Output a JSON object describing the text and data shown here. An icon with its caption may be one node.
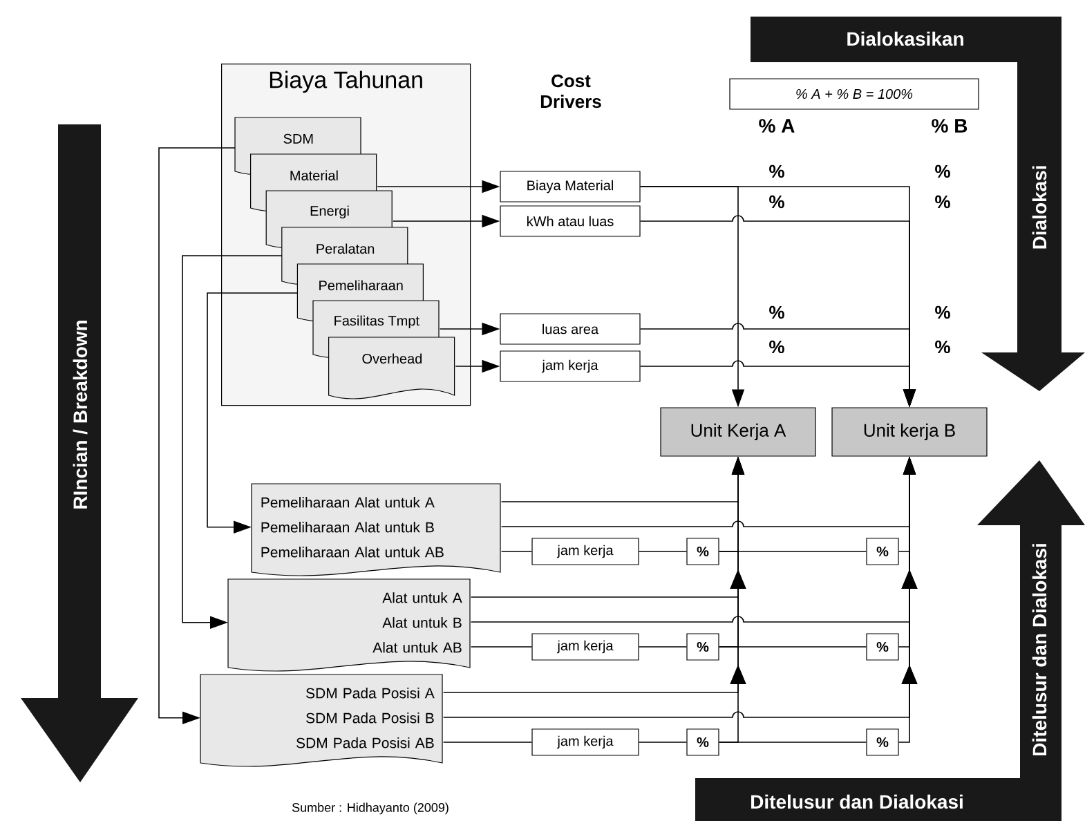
{
  "diagram": {
    "caption": "Sumber : Hidhayanto (2009)",
    "nodes": [
      {
        "text": [
          "Biaya Tahunan"
        ]
      },
      {
        "text": [
          "SDM"
        ],
        "in": 0
      },
      {
        "text": [
          "Material"
        ],
        "in": 0
      },
      {
        "text": [
          "Energi"
        ],
        "in": 0
      },
      {
        "text": [
          "Peralatan"
        ],
        "in": 0
      },
      {
        "text": [
          "Pemeliharaan"
        ],
        "in": 0
      },
      {
        "text": [
          "Fasilitas Tmpt"
        ],
        "in": 0
      },
      {
        "text": [
          "Overhead"
        ],
        "in": 0
      },
      {
        "text": [
          "Biaya Material"
        ]
      },
      {
        "text": [
          "kWh atau luas"
        ]
      },
      {
        "text": [
          "luas area"
        ]
      },
      {
        "text": [
          "jam kerja"
        ]
      },
      {
        "text": [
          "% A + % B = 100%"
        ]
      },
      {
        "text": [
          "Unit Kerja A"
        ]
      },
      {
        "text": [
          "Unit kerja B"
        ]
      },
      {
        "text": [
          "Pemeliharaan Alat untuk A",
          "Pemeliharaan Alat untuk B",
          "Pemeliharaan Alat untuk AB"
        ]
      },
      {
        "text": [
          "jam kerja"
        ]
      },
      {
        "text": [
          "%"
        ]
      },
      {
        "text": [
          "%"
        ]
      },
      {
        "text": [
          "Alat untuk A",
          "Alat untuk B",
          "Alat untuk AB"
        ]
      },
      {
        "text": [
          "jam kerja"
        ]
      },
      {
        "text": [
          "%"
        ]
      },
      {
        "text": [
          "%"
        ]
      },
      {
        "text": [
          "SDM Pada Posisi A",
          "SDM Pada Posisi B",
          "SDM Pada Posisi AB"
        ]
      },
      {
        "text": [
          "jam kerja"
        ]
      },
      {
        "text": [
          "%"
        ]
      },
      {
        "text": [
          "%"
        ]
      }
    ],
    "edges": [
      {
        "from": 1,
        "to": 23,
        "arrow": "to"
      },
      {
        "from": 4,
        "to": 19,
        "arrow": "to"
      },
      {
        "from": 5,
        "to": 15,
        "arrow": "to"
      },
      {
        "from": 2,
        "to": 8,
        "arrow": "to"
      },
      {
        "from": 3,
        "to": 9,
        "arrow": "to"
      },
      {
        "from": 6,
        "to": 10,
        "arrow": "to"
      },
      {
        "from": 7,
        "to": 11,
        "arrow": "to"
      },
      {
        "from": 8,
        "to": 13,
        "arrow": "to"
      },
      {
        "from": 8,
        "to": 14,
        "arrow": "to"
      },
      {
        "from": 9,
        "to": 14,
        "arrow": "to"
      },
      {
        "from": 10,
        "to": 14,
        "arrow": "to"
      },
      {
        "from": 11,
        "to": 14,
        "arrow": "to"
      },
      {
        "from": 15,
        "to": 13,
        "arrow": "to"
      },
      {
        "from": 15,
        "to": 14,
        "arrow": "to"
      },
      {
        "from": 15,
        "to": 16,
        "arrow": "none"
      },
      {
        "from": 16,
        "to": 17,
        "arrow": "none"
      },
      {
        "from": 17,
        "to": 13,
        "arrow": "to"
      },
      {
        "from": 17,
        "to": 18,
        "arrow": "none"
      },
      {
        "from": 18,
        "to": 14,
        "arrow": "to"
      },
      {
        "from": 19,
        "to": 13,
        "arrow": "to"
      },
      {
        "from": 19,
        "to": 14,
        "arrow": "to"
      },
      {
        "from": 19,
        "to": 20,
        "arrow": "none"
      },
      {
        "from": 20,
        "to": 21,
        "arrow": "none"
      },
      {
        "from": 21,
        "to": 13,
        "arrow": "to"
      },
      {
        "from": 21,
        "to": 22,
        "arrow": "none"
      },
      {
        "from": 22,
        "to": 14,
        "arrow": "to"
      },
      {
        "from": 23,
        "to": 13,
        "arrow": "to"
      },
      {
        "from": 23,
        "to": 14,
        "arrow": "to"
      },
      {
        "from": 23,
        "to": 24,
        "arrow": "none"
      },
      {
        "from": 24,
        "to": 25,
        "arrow": "none"
      },
      {
        "from": 25,
        "to": 13,
        "arrow": "to"
      },
      {
        "from": 25,
        "to": 26,
        "arrow": "none"
      },
      {
        "from": 26,
        "to": 14,
        "arrow": "to"
      }
    ],
    "labels": [
      "Dialokasikan",
      "Cost Drivers",
      "% A",
      "% B",
      "%",
      "%",
      "%",
      "%",
      "%",
      "%",
      "%",
      "%",
      "Dialokasi",
      "RIncian / Breakdown",
      "Ditelusur dan Dialokasi",
      "Ditelusur dan Dialokasi"
    ]
  }
}
